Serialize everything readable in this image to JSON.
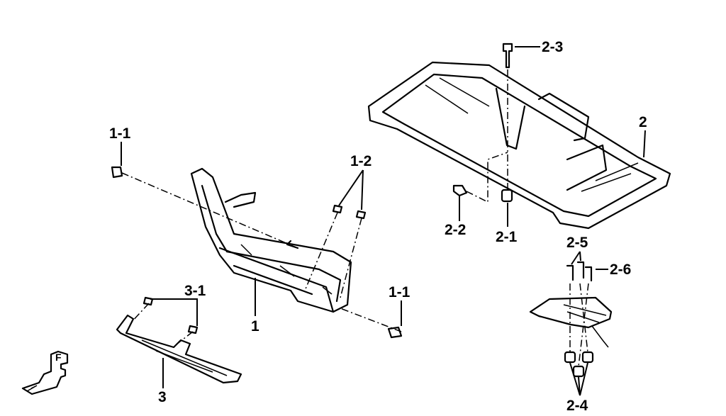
{
  "diagram": {
    "labels": {
      "rear_bolt": "2-3",
      "rear_carrier": "2",
      "front_bolt_left": "1-1",
      "front_nuts": "1-2",
      "rear_side_bolt": "2-2",
      "rear_collar": "2-1",
      "stay_bolts": "2-5",
      "stay_bolt_side": "2-6",
      "skid_nuts": "3-1",
      "front_bolt_right": "1-1",
      "front_carrier": "1",
      "skid_plate": "3",
      "stay_collars": "2-4"
    },
    "front_arrow_letter": "F"
  }
}
